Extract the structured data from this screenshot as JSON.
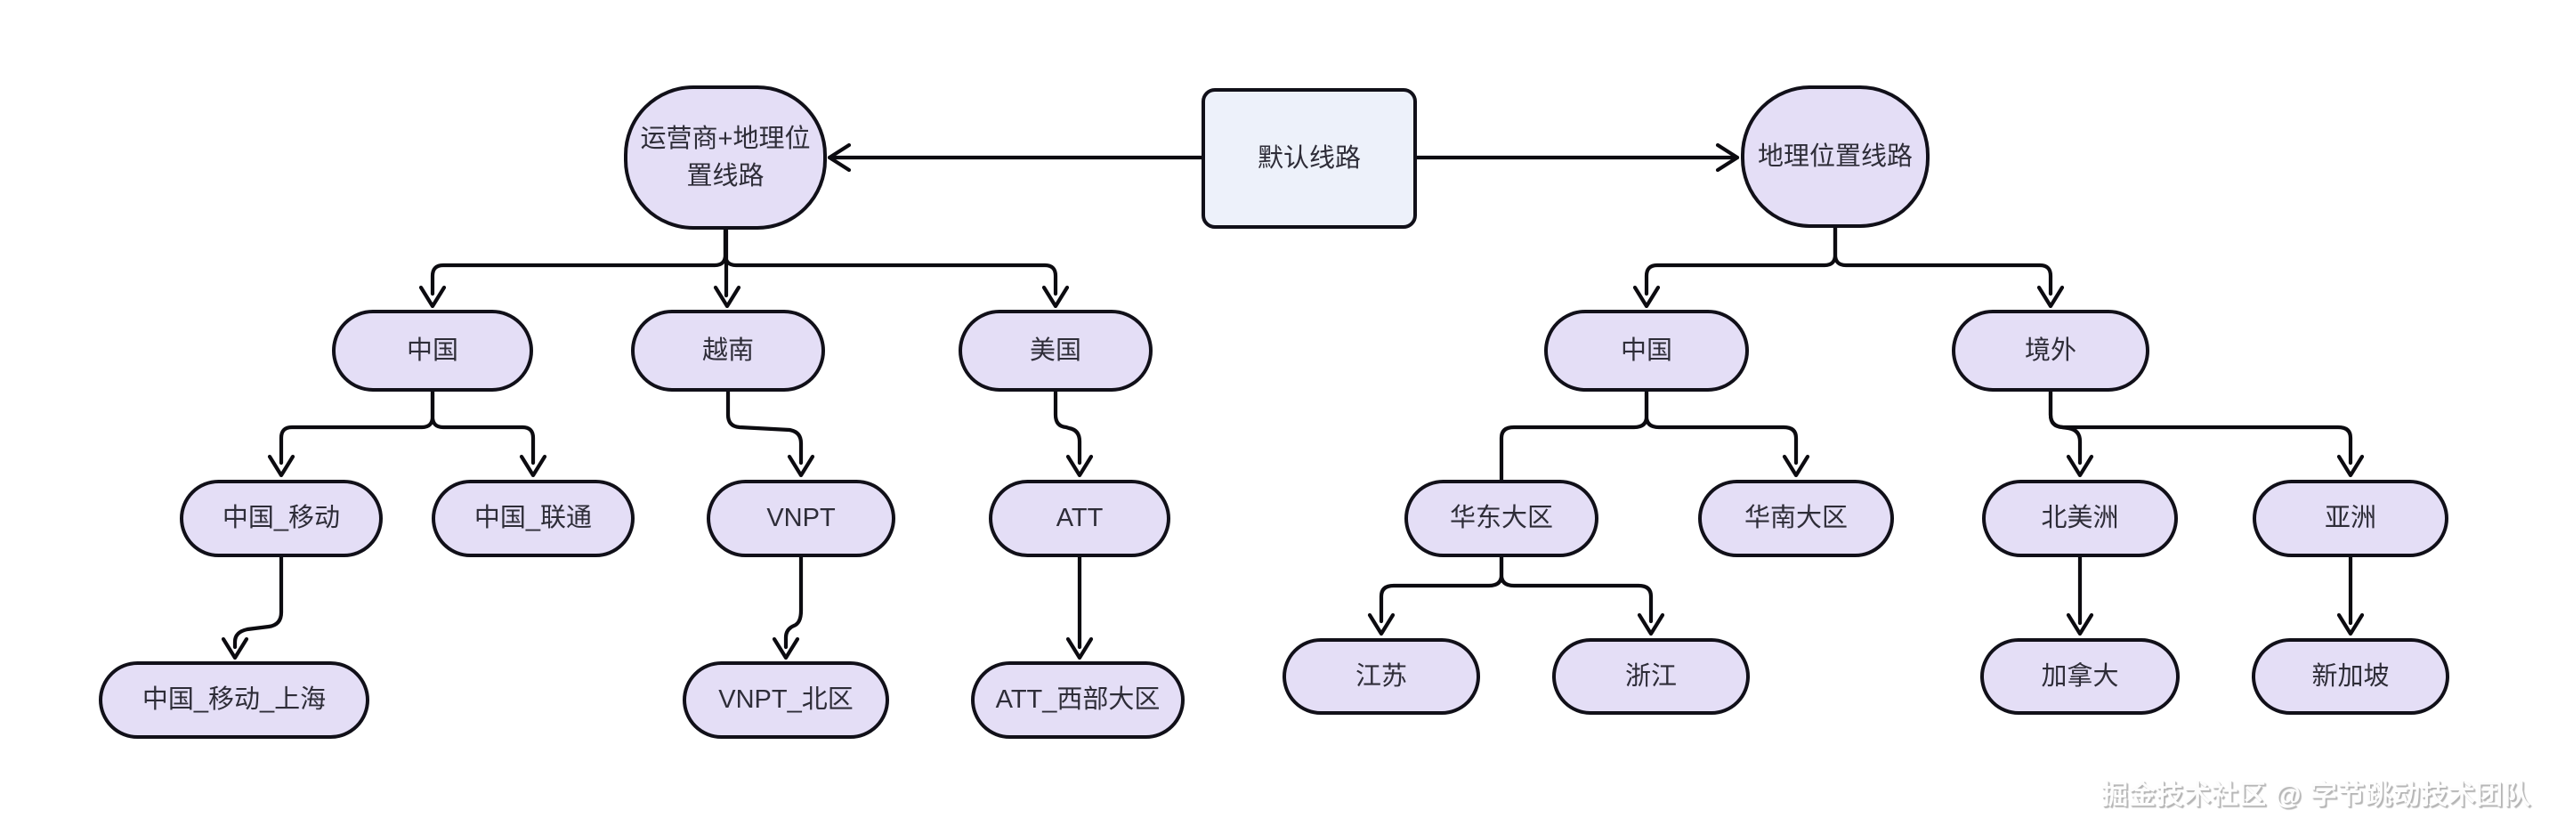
{
  "diagram_type": "flowchart-tree",
  "colors": {
    "node_fill": "#e4def6",
    "root_node_fill": "#edf1fa",
    "border": "#111019",
    "edge_stroke": "#0c0b10",
    "text": "#2e2d38",
    "watermark_text": "#fdfdfd"
  },
  "nodes": {
    "default_route": {
      "label": "默认线路"
    },
    "op_geo_route": {
      "line1": "运营商+地理位",
      "line2": "置线路"
    },
    "geo_route": {
      "label": "地理位置线路"
    },
    "cn_left": {
      "label": "中国"
    },
    "vietnam": {
      "label": "越南"
    },
    "usa": {
      "label": "美国"
    },
    "cn_mobile": {
      "label": "中国_移动"
    },
    "cn_unicom": {
      "label": "中国_联通"
    },
    "vnpt": {
      "label": "VNPT"
    },
    "att": {
      "label": "ATT"
    },
    "cn_mobile_sh": {
      "label": "中国_移动_上海"
    },
    "vnpt_north": {
      "label": "VNPT_北区"
    },
    "att_west": {
      "label": "ATT_西部大区"
    },
    "cn_right": {
      "label": "中国"
    },
    "abroad": {
      "label": "境外"
    },
    "east_region": {
      "label": "华东大区"
    },
    "south_region": {
      "label": "华南大区"
    },
    "jiangsu": {
      "label": "江苏"
    },
    "zhejiang": {
      "label": "浙江"
    },
    "north_america": {
      "label": "北美洲"
    },
    "asia": {
      "label": "亚洲"
    },
    "canada": {
      "label": "加拿大"
    },
    "singapore": {
      "label": "新加坡"
    }
  },
  "edges": [
    {
      "from": "default_route",
      "to": "op_geo_route",
      "arrow": true
    },
    {
      "from": "default_route",
      "to": "geo_route",
      "arrow": true
    },
    {
      "from": "op_geo_route",
      "to": "cn_left",
      "arrow": true
    },
    {
      "from": "op_geo_route",
      "to": "vietnam",
      "arrow": true
    },
    {
      "from": "op_geo_route",
      "to": "usa",
      "arrow": true
    },
    {
      "from": "cn_left",
      "to": "cn_mobile",
      "arrow": true
    },
    {
      "from": "cn_left",
      "to": "cn_unicom",
      "arrow": true
    },
    {
      "from": "vietnam",
      "to": "vnpt",
      "arrow": true
    },
    {
      "from": "usa",
      "to": "att",
      "arrow": true
    },
    {
      "from": "cn_mobile",
      "to": "cn_mobile_sh",
      "arrow": true
    },
    {
      "from": "vnpt",
      "to": "vnpt_north",
      "arrow": true
    },
    {
      "from": "att",
      "to": "att_west",
      "arrow": true
    },
    {
      "from": "geo_route",
      "to": "cn_right",
      "arrow": true
    },
    {
      "from": "geo_route",
      "to": "abroad",
      "arrow": true
    },
    {
      "from": "cn_right",
      "to": "east_region",
      "arrow": false
    },
    {
      "from": "cn_right",
      "to": "south_region",
      "arrow": true
    },
    {
      "from": "east_region",
      "to": "jiangsu",
      "arrow": true
    },
    {
      "from": "east_region",
      "to": "zhejiang",
      "arrow": true
    },
    {
      "from": "abroad",
      "to": "north_america",
      "arrow": true
    },
    {
      "from": "abroad",
      "to": "asia",
      "arrow": true
    },
    {
      "from": "north_america",
      "to": "canada",
      "arrow": true
    },
    {
      "from": "asia",
      "to": "singapore",
      "arrow": true
    }
  ],
  "watermark": "掘金技术社区 @ 字节跳动技术团队"
}
